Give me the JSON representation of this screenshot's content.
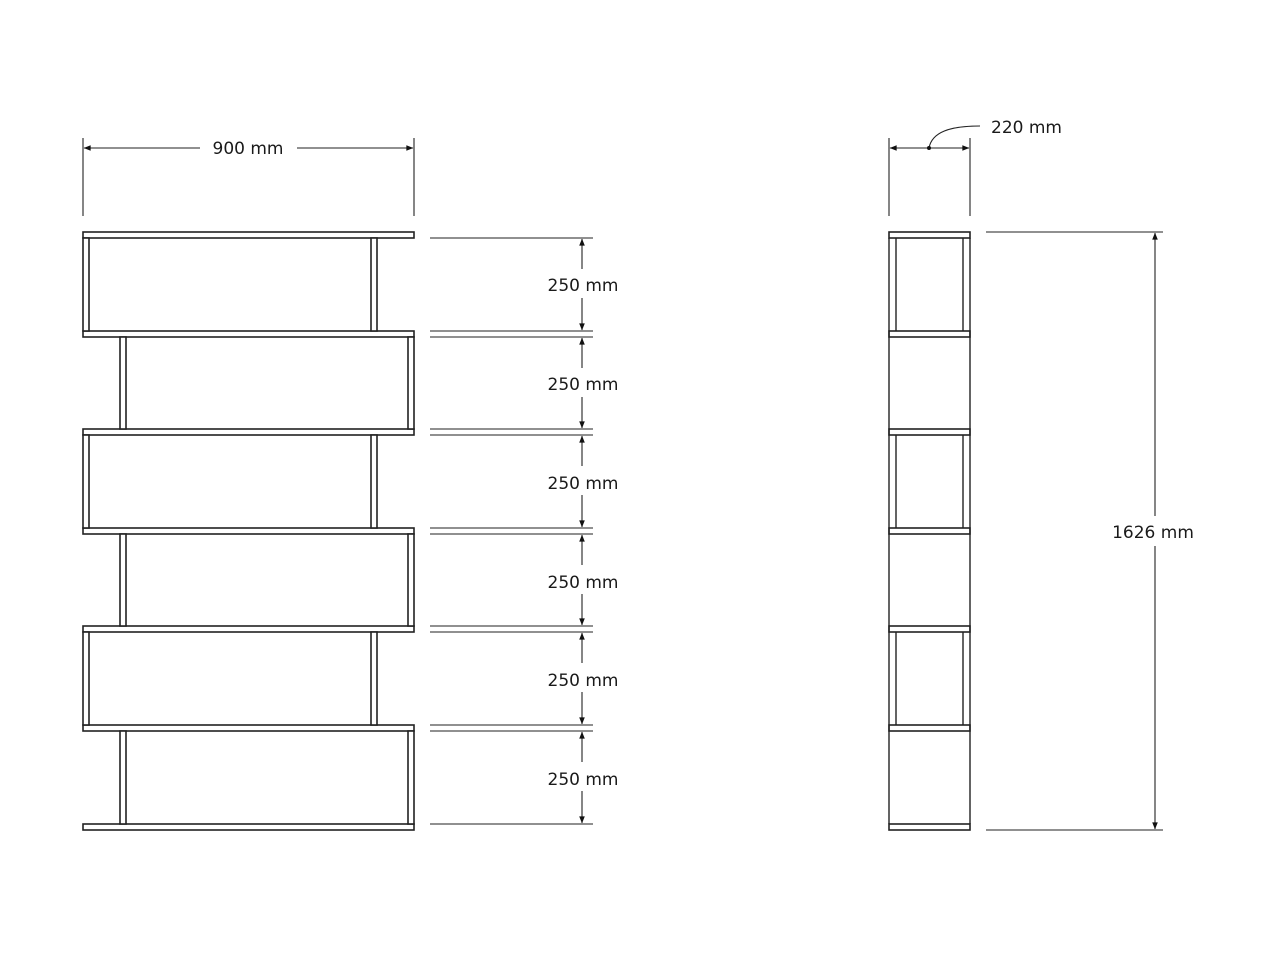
{
  "front_view": {
    "width_label": "900 mm",
    "compartment_labels": [
      "250 mm",
      "250 mm",
      "250 mm",
      "250 mm",
      "250 mm",
      "250 mm"
    ]
  },
  "side_view": {
    "depth_label": "220 mm",
    "height_label": "1626 mm"
  }
}
